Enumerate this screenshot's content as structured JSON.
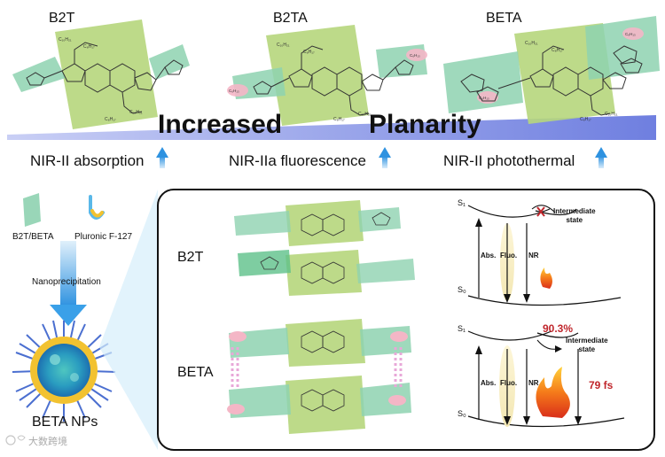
{
  "top": {
    "molecules": [
      {
        "label": "B2T"
      },
      {
        "label": "B2TA"
      },
      {
        "label": "BETA"
      }
    ],
    "banner": {
      "word1": "Increased",
      "word2": "Planarity"
    },
    "properties": [
      {
        "label": "NIR-II absorption"
      },
      {
        "label": "NIR-IIa fluorescence"
      },
      {
        "label": "NIR-II photothermal"
      }
    ]
  },
  "left": {
    "legend_beta": "B2T/BETA",
    "legend_pluronic": "Pluronic F-127",
    "process": "Nanoprecipitation",
    "product": "BETA NPs"
  },
  "panel": {
    "row1_label": "B2T",
    "row2_label": "BETA",
    "jablonski1": {
      "s1": "S₁",
      "s0": "S₀",
      "state": "Intermediate\nstate",
      "abs": "Abs.",
      "fluo": "Fluo.",
      "nr": "NR"
    },
    "jablonski2": {
      "s1": "S₁",
      "s0": "S₀",
      "state": "Intermediate\nstate",
      "abs": "Abs.",
      "fluo": "Fluo.",
      "nr": "NR",
      "percent": "90.3%",
      "time": "79 fs"
    }
  },
  "colors": {
    "green": "#b6d67c",
    "teal": "#8ed2b0",
    "blue": "#8e9ae8",
    "arrow": "#3fa0e6",
    "red": "#c0262c"
  },
  "watermark": "大数跨境"
}
